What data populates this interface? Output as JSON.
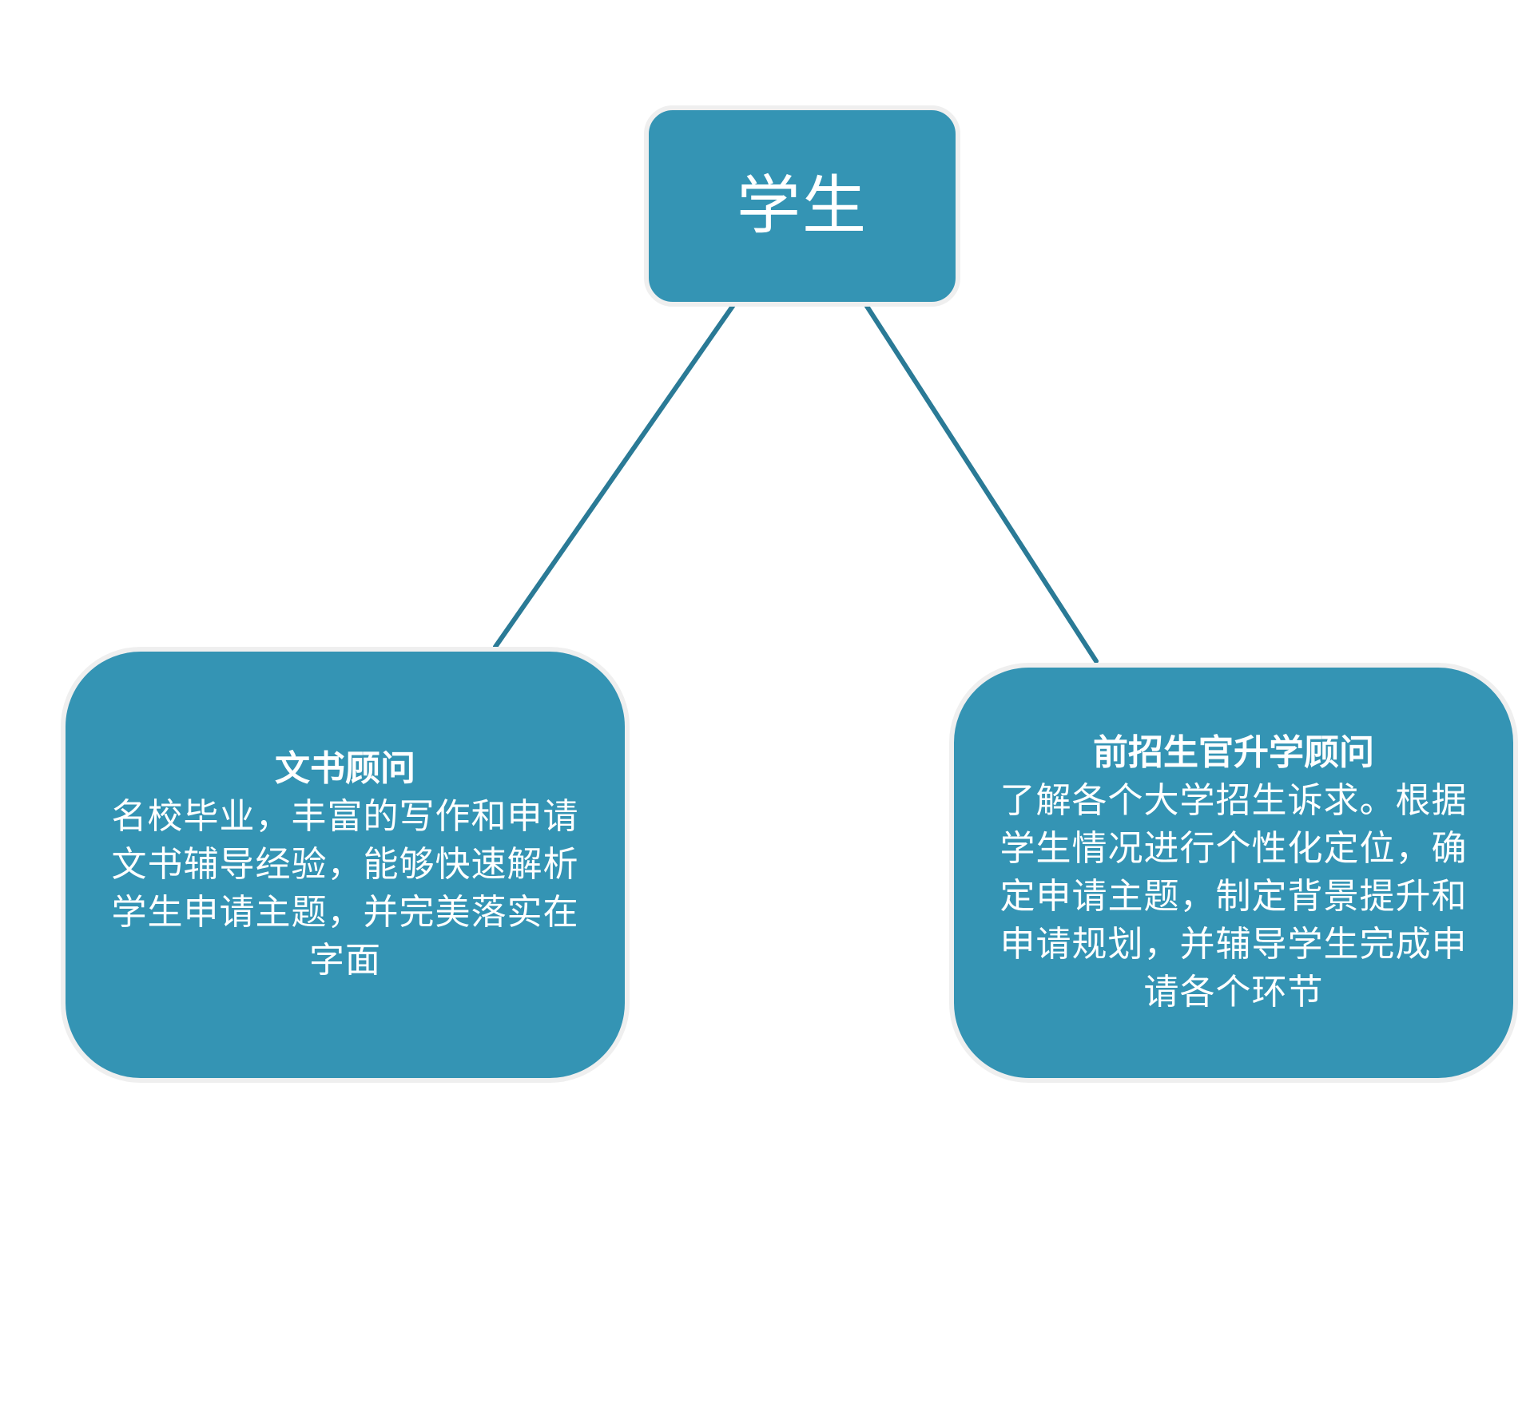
{
  "colors": {
    "node_fill": "#3494b4",
    "node_border": "#efefef",
    "connector": "#2a7a96",
    "text": "#ffffff",
    "background": "#ffffff"
  },
  "root": {
    "label": "学生"
  },
  "left": {
    "title": "文书顾问",
    "body": "名校毕业，丰富的写作和申请文书辅导经验，能够快速解析学生申请主题，并完美落实在字面"
  },
  "right": {
    "title": "前招生官升学顾问",
    "body": "了解各个大学招生诉求。根据学生情况进行个性化定位，确定申请主题，制定背景提升和申请规划，并辅导学生完成申请各个环节"
  }
}
